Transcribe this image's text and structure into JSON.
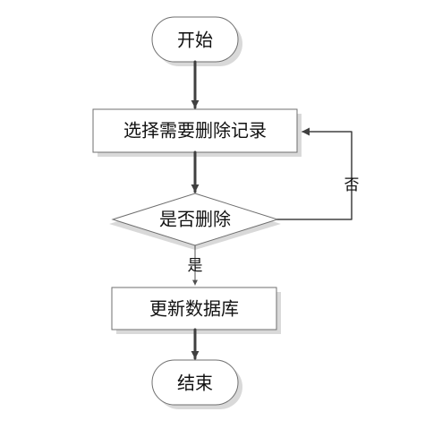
{
  "diagram": {
    "nodes": {
      "start": {
        "label": "开始"
      },
      "select": {
        "label": "选择需要删除记录"
      },
      "decision": {
        "label": "是否删除"
      },
      "update": {
        "label": "更新数据库"
      },
      "end": {
        "label": "结束"
      }
    },
    "edges": {
      "no_label": "否",
      "yes_label": "是"
    }
  },
  "colors": {
    "shape_stroke": "#6f6f6f",
    "shadow": "#d9d9d9",
    "arrow": "#404040",
    "text": "#111111",
    "background": "#ffffff"
  }
}
